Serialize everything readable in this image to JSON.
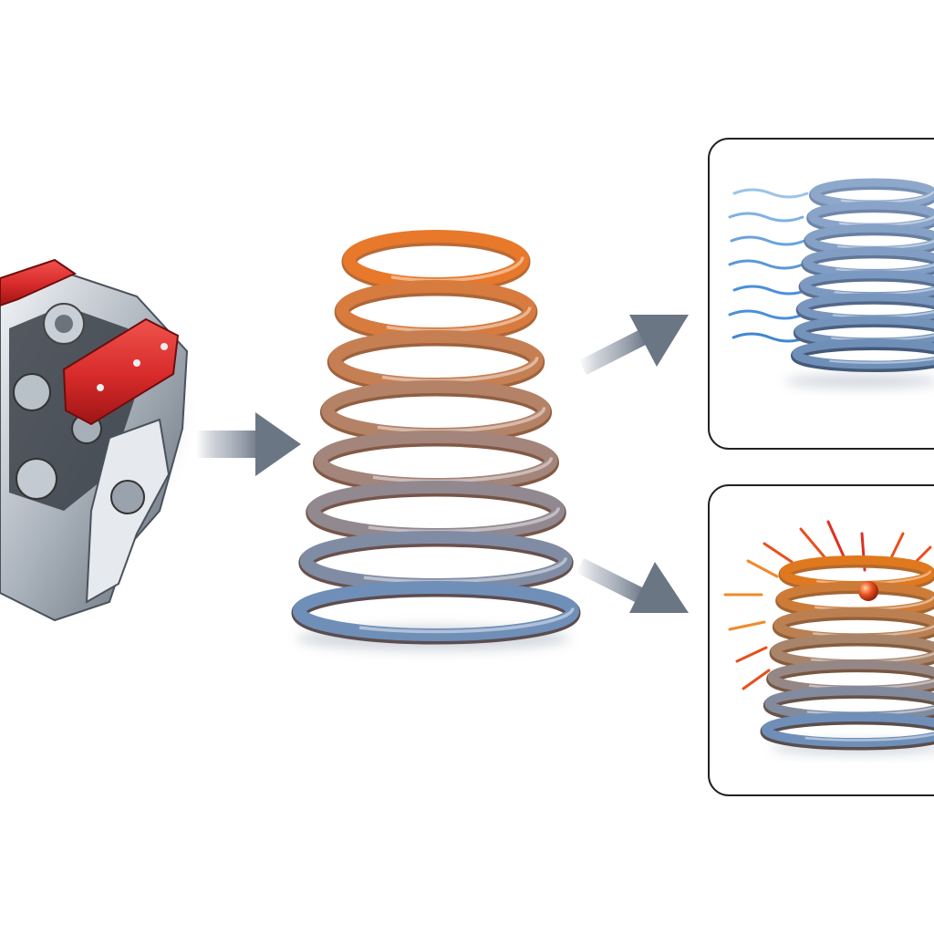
{
  "diagram": {
    "nodes": [
      {
        "id": "engine",
        "icon": "engine-illustration-icon",
        "colors": {
          "cover": "#d62a2a",
          "metal": "#9aa3ad"
        }
      },
      {
        "id": "spring-main",
        "icon": "heated-coil-spring-icon",
        "colors": {
          "hot": "#e8782a",
          "cool": "#6f8fb8"
        }
      },
      {
        "id": "panel-cool",
        "icon": "cooled-spring-icon",
        "colors": {
          "spring": "#6f8fb8",
          "airflow": "#4a90d9"
        }
      },
      {
        "id": "panel-hot",
        "icon": "overheated-spring-icon",
        "colors": {
          "hot": "#e0781e",
          "spark": "#e0301e"
        }
      }
    ],
    "edges": [
      {
        "from": "engine",
        "to": "spring-main"
      },
      {
        "from": "spring-main",
        "to": "panel-cool"
      },
      {
        "from": "spring-main",
        "to": "panel-hot"
      }
    ],
    "arrow_color": "#7a8594"
  }
}
